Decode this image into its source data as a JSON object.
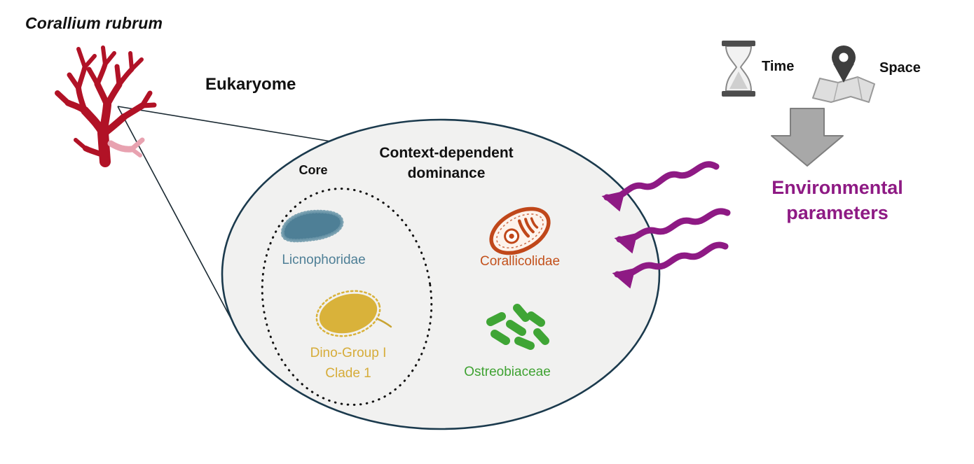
{
  "host": {
    "label": "Corallium rubrum"
  },
  "eukaryome": {
    "label": "Eukaryome"
  },
  "community": {
    "heading_line1": "Context-dependent",
    "heading_line2": "dominance",
    "core_label": "Core",
    "taxa": {
      "licnophoridae": {
        "label": "Licnophoridae",
        "color": "#4e7f96"
      },
      "dino_group": {
        "label_line1": "Dino-Group I",
        "label_line2": "Clade 1",
        "color": "#d6ac39"
      },
      "corallicolidae": {
        "label": "Corallicolidae",
        "color": "#c3511c"
      },
      "ostreobiaceae": {
        "label": "Ostreobiaceae",
        "color": "#3fa232"
      }
    }
  },
  "drivers": {
    "time_label": "Time",
    "space_label": "Space",
    "environment_line1": "Environmental",
    "environment_line2": "parameters",
    "accent_color": "#8e1a84"
  },
  "colors": {
    "coral_red": "#b11226",
    "coral_pink": "#e8a2b0",
    "ellipse_fill": "#f1f1f0",
    "ellipse_stroke": "#1b3a4d",
    "gray_arrow": "#a8a8a8"
  },
  "icons": [
    "hourglass-icon",
    "map-pin-icon",
    "down-arrow-icon",
    "wavy-arrow-icon"
  ]
}
